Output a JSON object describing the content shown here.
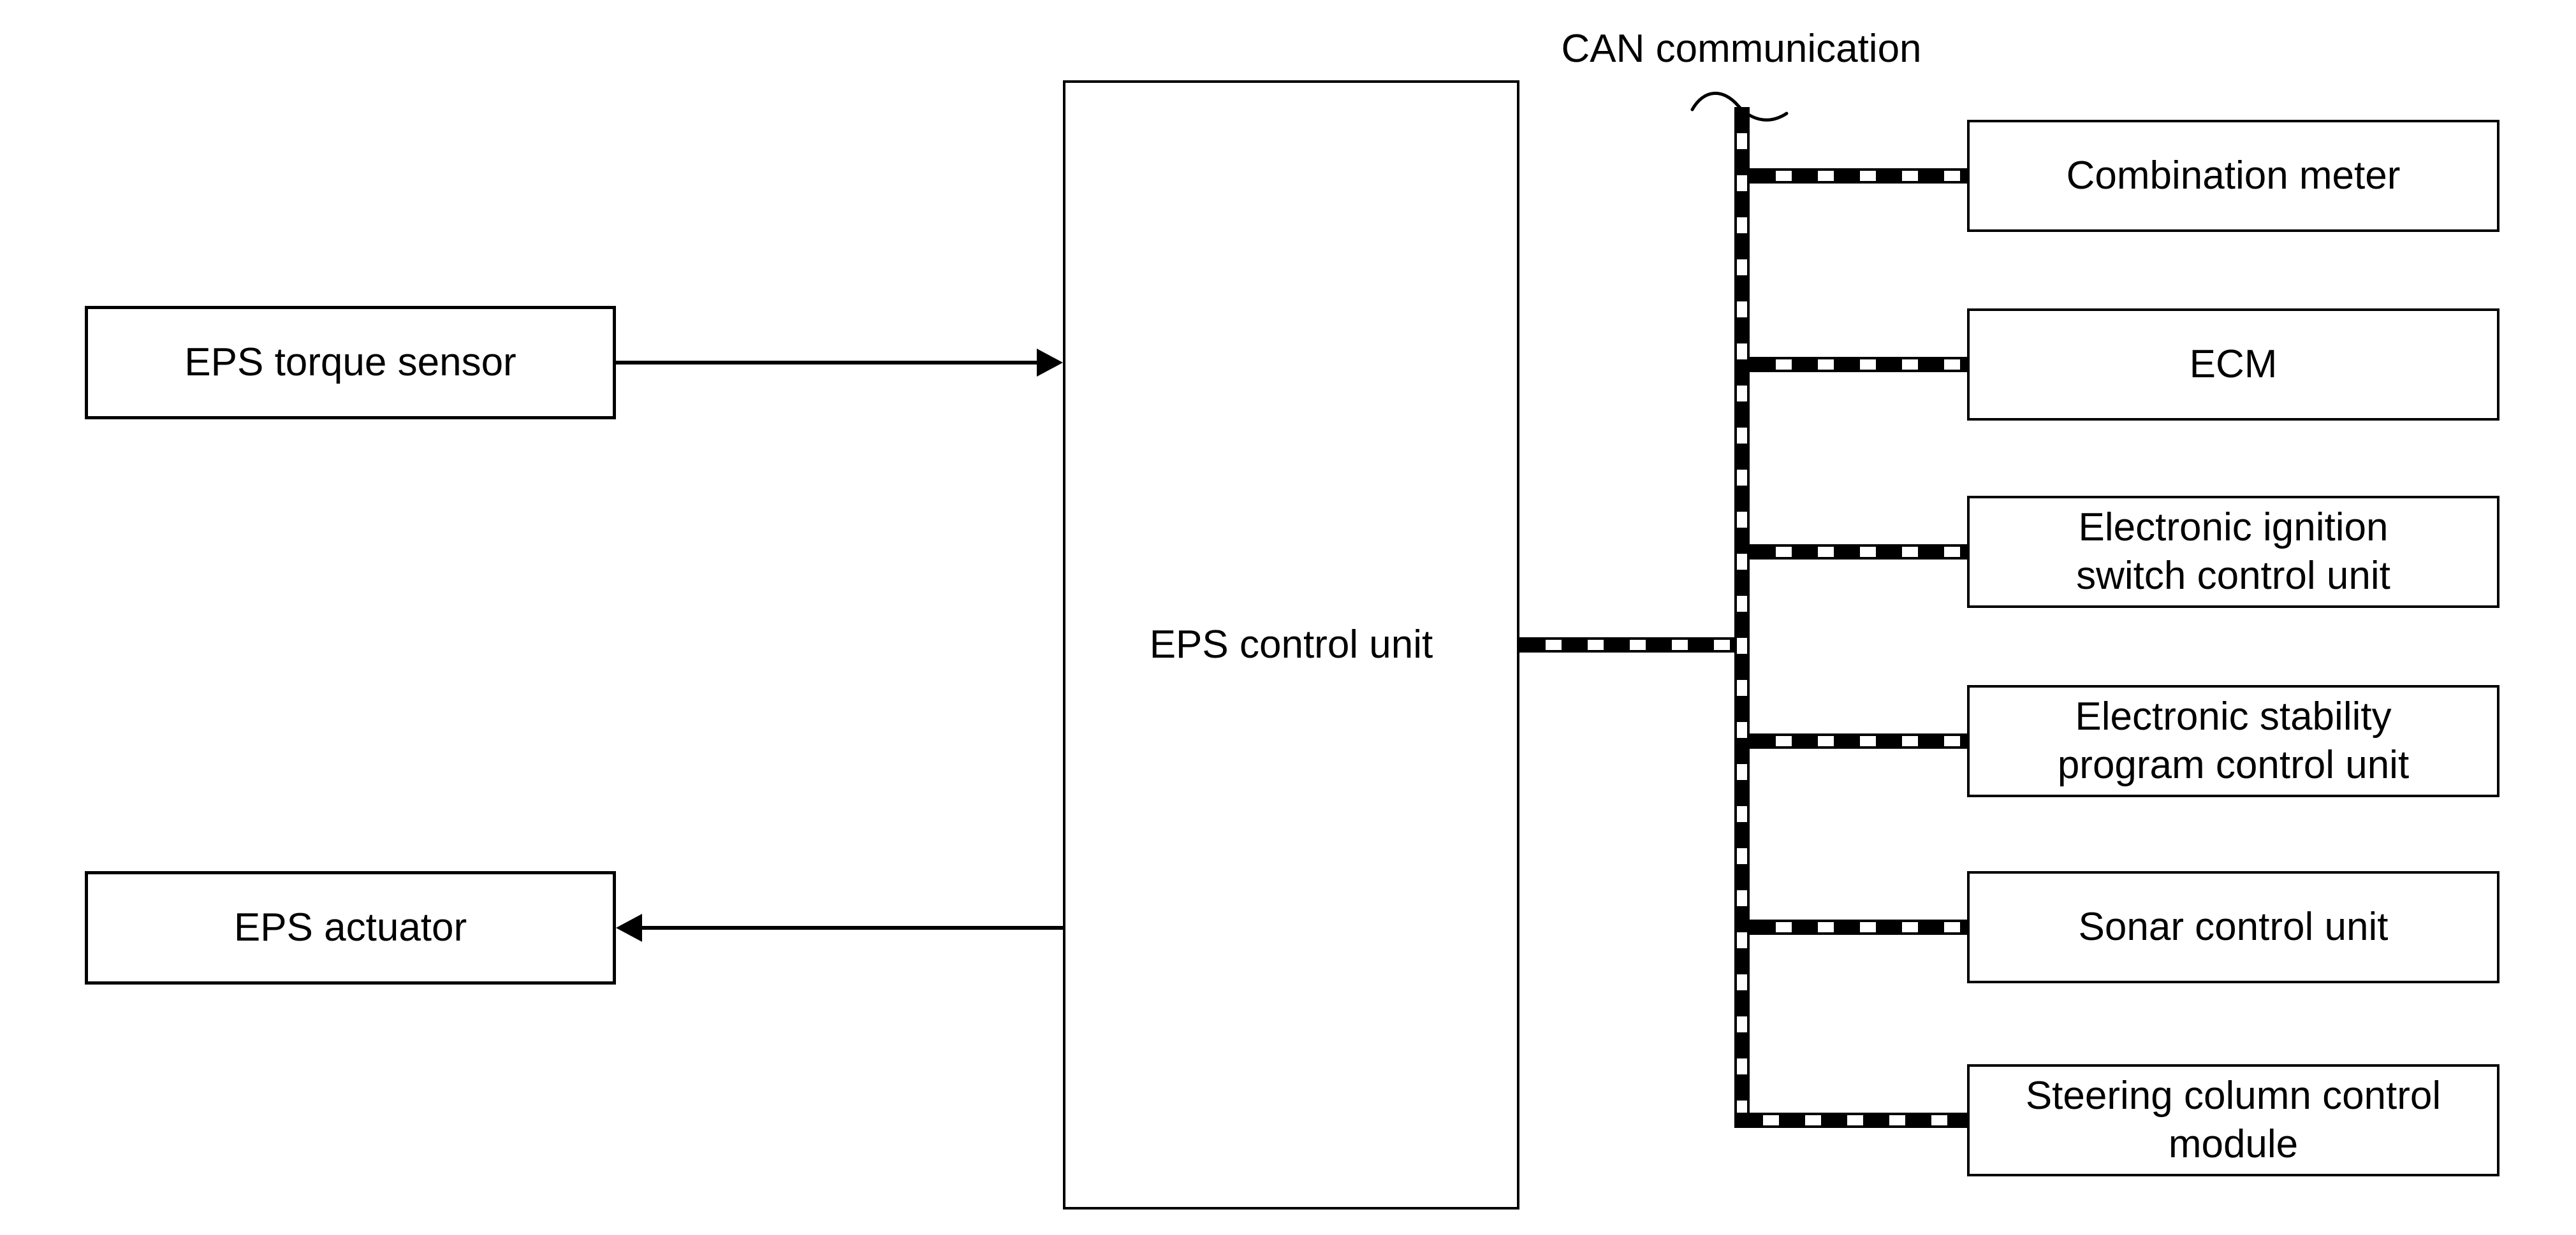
{
  "colors": {
    "background": "#ffffff",
    "line": "#000000"
  },
  "can_label": "CAN communication",
  "sensor_box": {
    "label": "EPS torque sensor"
  },
  "actuator_box": {
    "label": "EPS actuator"
  },
  "control_box": {
    "label": "EPS control unit"
  },
  "can_nodes": [
    {
      "lines": [
        "Combination meter"
      ]
    },
    {
      "lines": [
        "ECM"
      ]
    },
    {
      "lines": [
        "Electronic ignition",
        "switch control unit"
      ]
    },
    {
      "lines": [
        "Electronic stability",
        "program control unit"
      ]
    },
    {
      "lines": [
        "Sonar control unit"
      ]
    },
    {
      "lines": [
        "Steering column control",
        "module"
      ]
    }
  ]
}
